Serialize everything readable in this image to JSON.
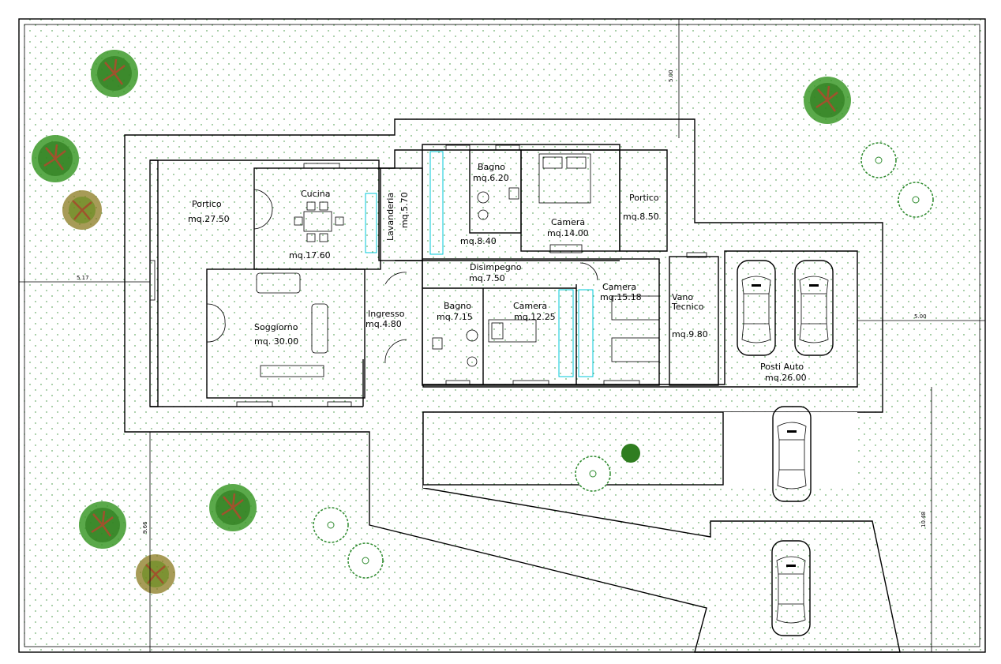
{
  "rooms": {
    "portico_w": {
      "name": "Portico",
      "area": "mq.27.50"
    },
    "cucina": {
      "name": "Cucina",
      "area": "mq.17.60"
    },
    "lavanderia": {
      "name": "Lavanderia",
      "area": "mq.5.70"
    },
    "bagno_n": {
      "name": "Bagno",
      "area": "mq.6.20"
    },
    "ripost": {
      "area": "mq.8.40"
    },
    "camera_n": {
      "name": "Camera",
      "area": "mq.14.00"
    },
    "portico_e": {
      "name": "Portico",
      "area": "mq.8.50"
    },
    "soggiorno": {
      "name": "Soggiorno",
      "area": "mq.  30.00"
    },
    "ingresso": {
      "name": "Ingresso",
      "area": "mq.4.80"
    },
    "disimpegno": {
      "name": "Disimpegno",
      "area": "mq.7.50"
    },
    "bagno_s": {
      "name": "Bagno",
      "area": "mq.7.15"
    },
    "camera_s": {
      "name": "Camera",
      "area": "mq.12.25"
    },
    "camera_e": {
      "name": "Camera",
      "area": "mq.15.18"
    },
    "vano": {
      "name1": "Vano",
      "name2": "Tecnico",
      "area": "mq.9.80"
    },
    "posti": {
      "name": "Posti  Auto",
      "area": "mq.26.00"
    }
  },
  "dimensions": {
    "top": "5.00",
    "left": "5.17",
    "right": "5.00",
    "bottom_left": "9.66",
    "bottom_right": "10.48"
  }
}
